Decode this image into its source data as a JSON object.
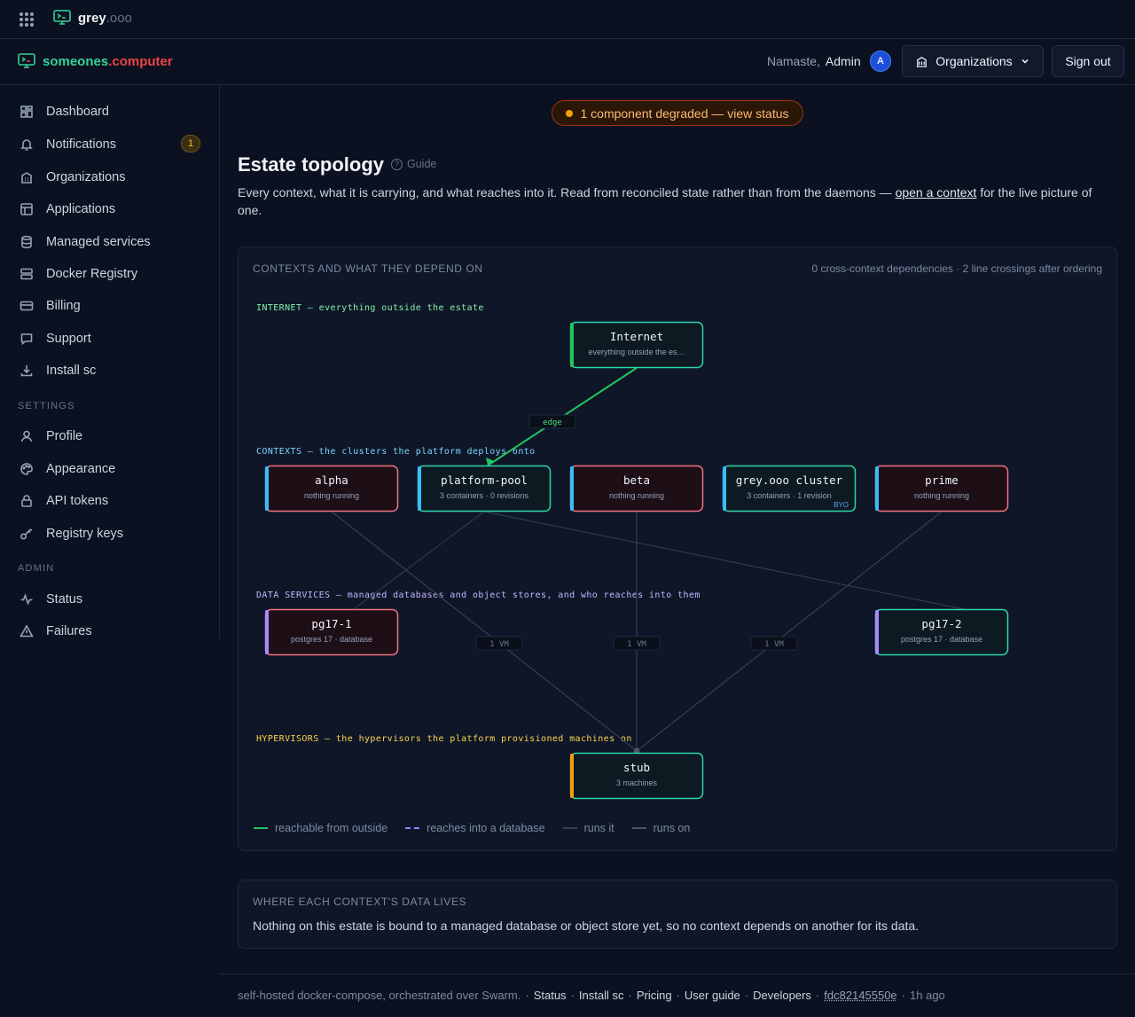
{
  "topbar": {
    "brand_word": "grey",
    "brand_suffix": ".ooo"
  },
  "header": {
    "brand_word": "someones",
    "brand_suffix": ".computer",
    "greeting": "Namaste,",
    "user_name": "Admin",
    "avatar_initial": "A",
    "org_button_label": "Organizations",
    "signout_label": "Sign out"
  },
  "sidebar": {
    "items": [
      {
        "label": "Dashboard",
        "icon": "dashboard-icon"
      },
      {
        "label": "Notifications",
        "icon": "bell-icon",
        "badge": "1"
      },
      {
        "label": "Organizations",
        "icon": "building-icon"
      },
      {
        "label": "Applications",
        "icon": "layout-icon"
      },
      {
        "label": "Managed services",
        "icon": "database-icon"
      },
      {
        "label": "Docker Registry",
        "icon": "server-icon"
      },
      {
        "label": "Billing",
        "icon": "credit-card-icon"
      },
      {
        "label": "Support",
        "icon": "chat-icon"
      },
      {
        "label": "Install sc",
        "icon": "download-icon"
      }
    ],
    "settings_heading": "SETTINGS",
    "settings_items": [
      {
        "label": "Profile",
        "icon": "user-icon"
      },
      {
        "label": "Appearance",
        "icon": "palette-icon"
      },
      {
        "label": "API tokens",
        "icon": "lock-icon"
      },
      {
        "label": "Registry keys",
        "icon": "key-icon"
      }
    ],
    "admin_heading": "ADMIN",
    "admin_items": [
      {
        "label": "Status",
        "icon": "activity-icon"
      },
      {
        "label": "Failures",
        "icon": "warning-icon"
      }
    ]
  },
  "status_pill": {
    "text": "1 component degraded — view status",
    "color": "#f59e0b"
  },
  "page": {
    "title": "Estate topology",
    "guide_label": "Guide",
    "intro_before": "Every context, what it is carrying, and what reaches into it. Read from reconciled state rather than from the daemons — ",
    "intro_link": "open a context",
    "intro_after": " for the live picture of one."
  },
  "topology": {
    "heading": "CONTEXTS AND WHAT THEY DEPEND ON",
    "meta": "0 cross-context dependencies · 2 line crossings after ordering",
    "layers": [
      {
        "key": "internet",
        "title": "INTERNET — everything outside the estate",
        "color": "#86efac"
      },
      {
        "key": "contexts",
        "title": "CONTEXTS — the clusters the platform deploys onto",
        "color": "#7dd3fc"
      },
      {
        "key": "data",
        "title": "DATA SERVICES — managed databases and object stores, and who reaches into them",
        "color": "#c4b5fd"
      },
      {
        "key": "hypervisors",
        "title": "HYPERVISORS — the hypervisors the platform provisioned machines on",
        "color": "#fcd34d"
      }
    ],
    "nodes": [
      {
        "id": "internet",
        "name": "Internet",
        "sub": "everything outside the es…",
        "state": "ok",
        "accent": "#22c55e"
      },
      {
        "id": "alpha",
        "name": "alpha",
        "sub": "nothing running",
        "state": "bad",
        "accent": "#38bdf8"
      },
      {
        "id": "platform-pool",
        "name": "platform-pool",
        "sub": "3 containers · 0 revisions",
        "state": "ok",
        "accent": "#38bdf8"
      },
      {
        "id": "beta",
        "name": "beta",
        "sub": "nothing running",
        "state": "bad",
        "accent": "#38bdf8"
      },
      {
        "id": "grey-cluster",
        "name": "grey.ooo cluster",
        "sub": "3 containers · 1 revision",
        "state": "ok",
        "accent": "#38bdf8",
        "tag": "BYO"
      },
      {
        "id": "prime",
        "name": "prime",
        "sub": "nothing running",
        "state": "bad",
        "accent": "#38bdf8"
      },
      {
        "id": "pg17-1",
        "name": "pg17-1",
        "sub": "postgres 17 · database",
        "state": "bad",
        "accent": "#a78bfa"
      },
      {
        "id": "pg17-2",
        "name": "pg17-2",
        "sub": "postgres 17 · database",
        "state": "ok",
        "accent": "#a78bfa"
      },
      {
        "id": "stub",
        "name": "stub",
        "sub": "3 machines",
        "state": "ok",
        "accent": "#f59e0b"
      }
    ],
    "edges": [
      {
        "from": "internet",
        "to": "platform-pool",
        "kind": "reachable",
        "label": "edge"
      },
      {
        "from": "platform-pool",
        "to": "pg17-1",
        "kind": "runs-it"
      },
      {
        "from": "platform-pool",
        "to": "pg17-2",
        "kind": "runs-it"
      },
      {
        "from": "alpha",
        "to": "stub",
        "kind": "runs-on",
        "label": "1 VM"
      },
      {
        "from": "beta",
        "to": "stub",
        "kind": "runs-on",
        "label": "1 VM"
      },
      {
        "from": "prime",
        "to": "stub",
        "kind": "runs-on",
        "label": "1 VM"
      }
    ],
    "legend": [
      {
        "label": "reachable from outside",
        "color": "#22c55e",
        "style": "solid"
      },
      {
        "label": "reaches into a database",
        "color": "#818cf8",
        "style": "dashed"
      },
      {
        "label": "runs it",
        "color": "#334155",
        "style": "solid"
      },
      {
        "label": "runs on",
        "color": "#475569",
        "style": "solid"
      }
    ]
  },
  "data_panel": {
    "heading": "WHERE EACH CONTEXT'S DATA LIVES",
    "text": "Nothing on this estate is bound to a managed database or object store yet, so no context depends on another for its data."
  },
  "footer": {
    "lead": "self-hosted docker-compose, orchestrated over Swarm.",
    "links": [
      "Status",
      "Install sc",
      "Pricing",
      "User guide",
      "Developers"
    ],
    "commit": "fdc82145550e",
    "age": "1h ago"
  }
}
